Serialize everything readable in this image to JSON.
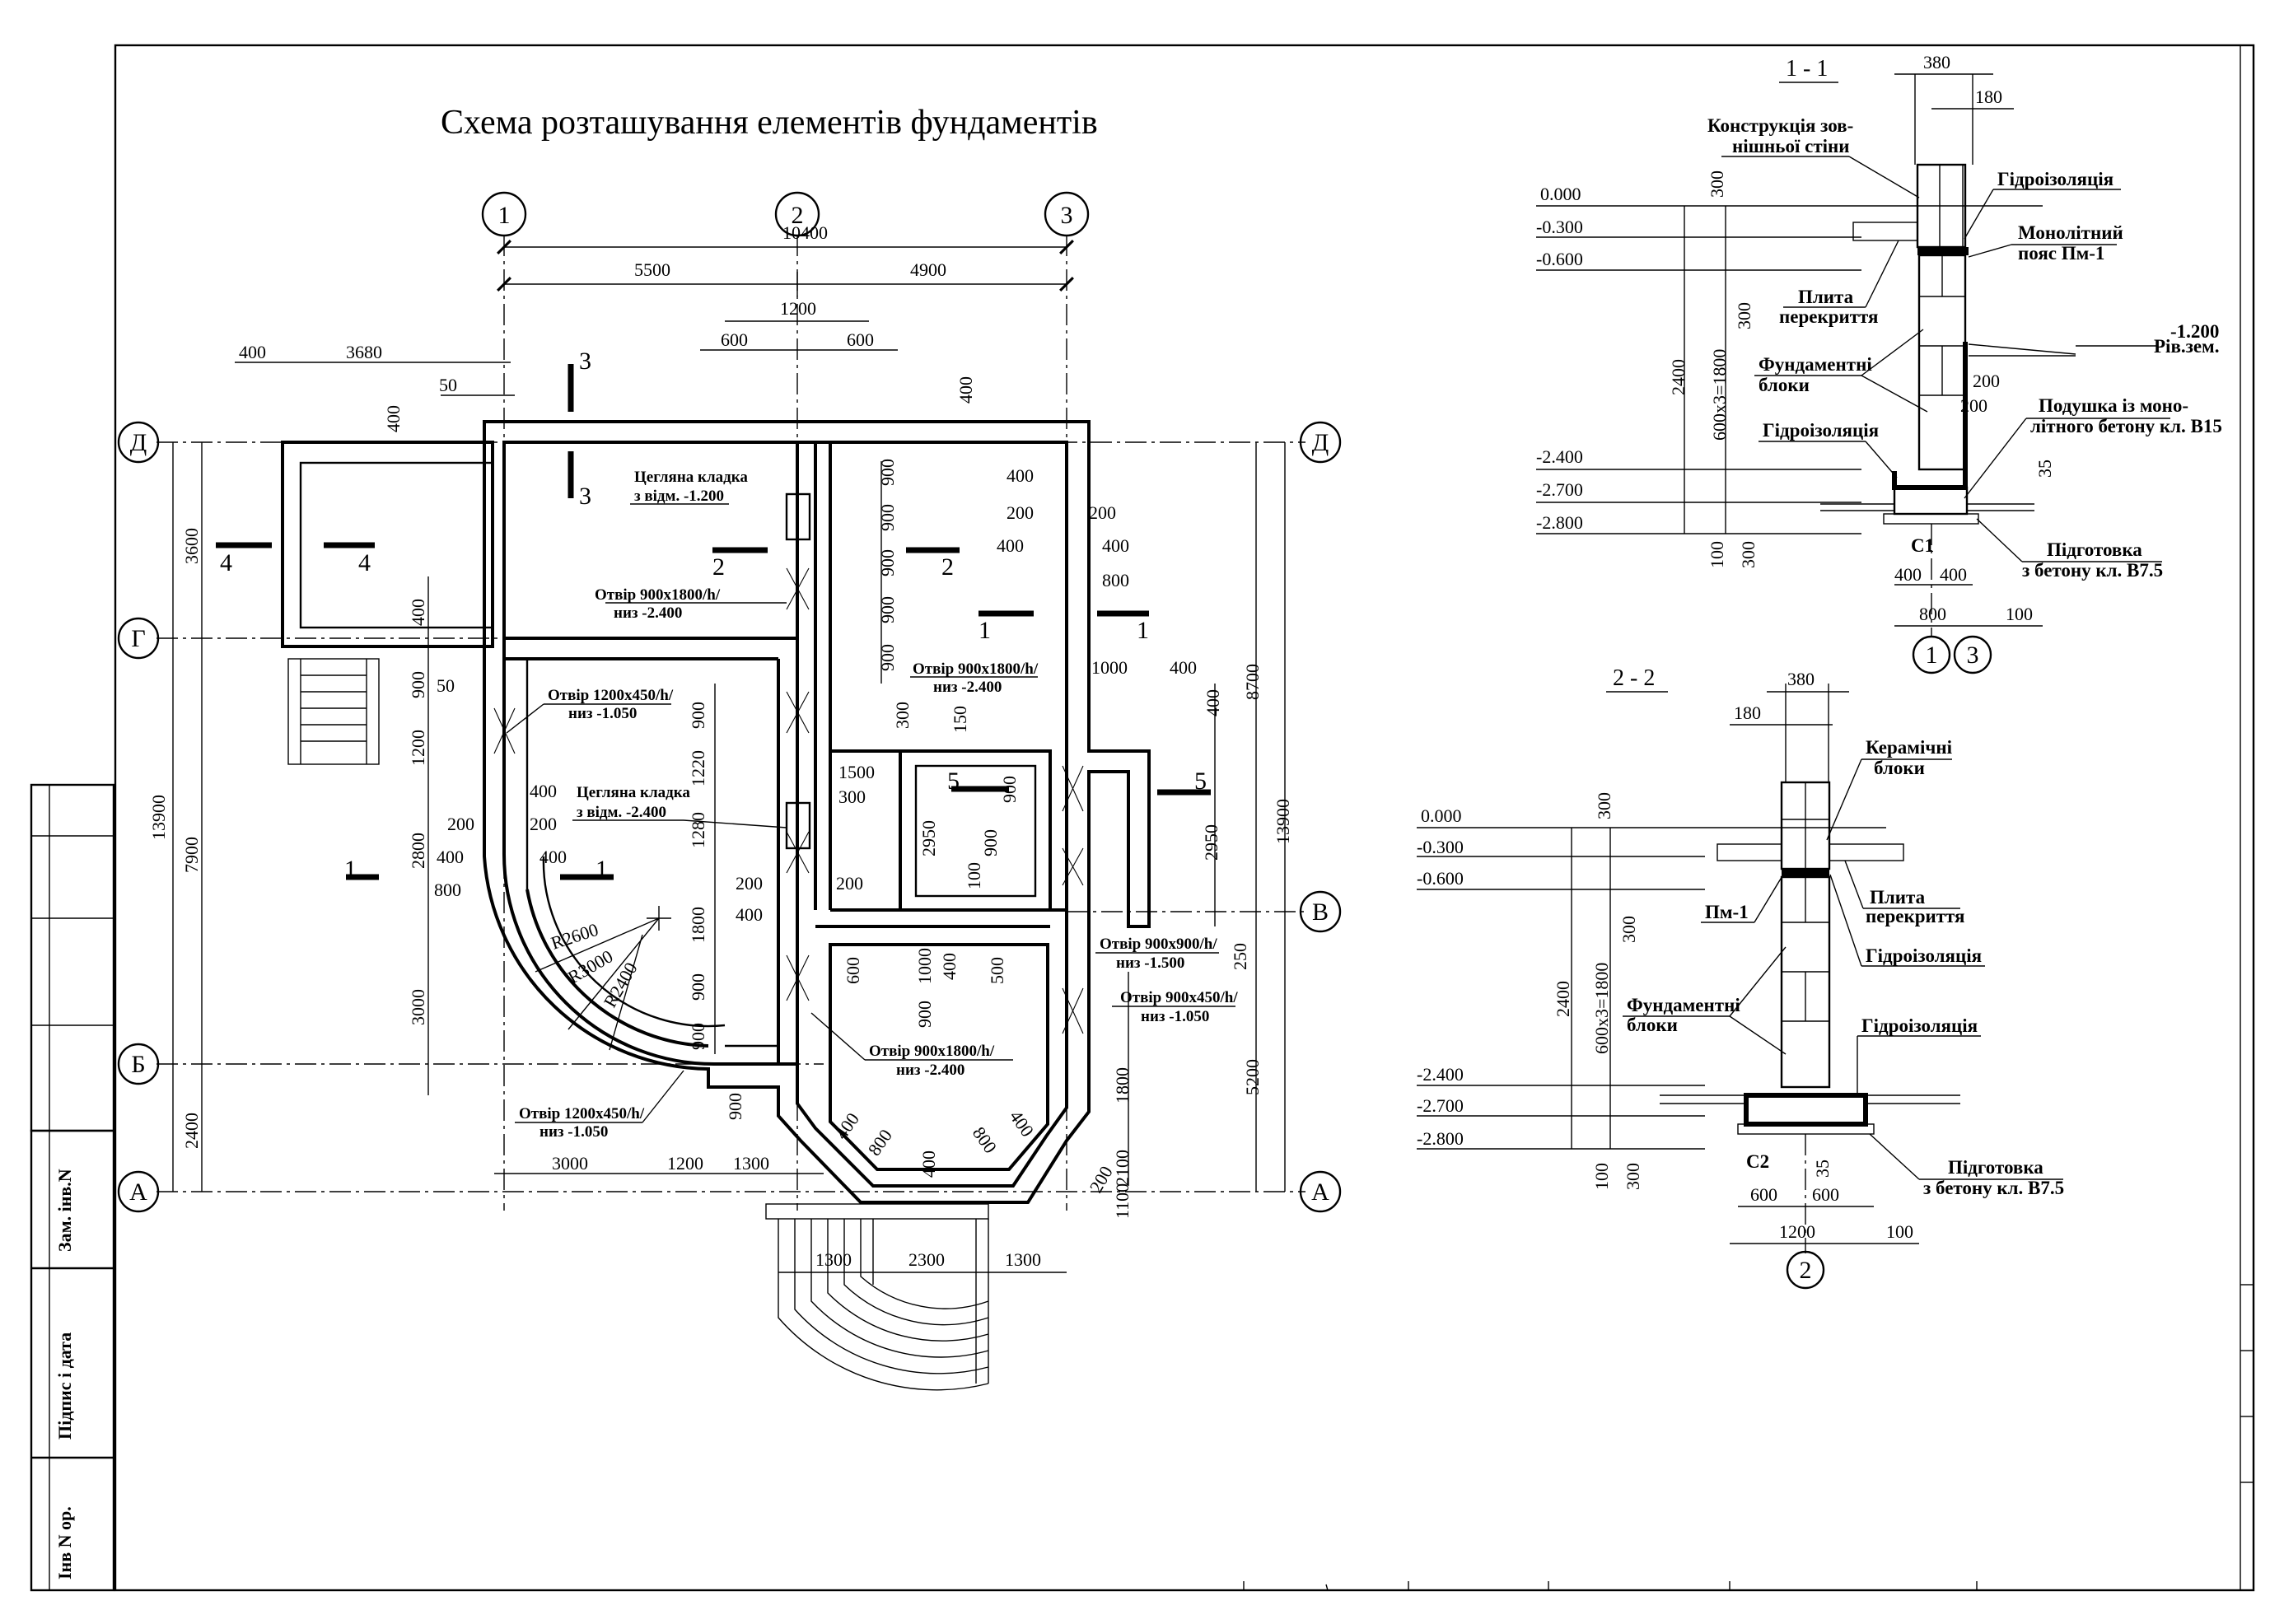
{
  "title": "Схема розташування елементів фундаментів",
  "stamp": {
    "zam_inv": "Зам. інв.N",
    "pidpys": "Підпис і дата",
    "inv_or": "Інв N ор."
  },
  "plan": {
    "axes": {
      "a1": "1",
      "a2": "2",
      "a3": "3",
      "d_left": "Д",
      "d_right": "Д",
      "g_left": "Г",
      "v_right": "В",
      "b_left": "Б",
      "a_left": "А",
      "a_right": "А"
    },
    "dims_top": {
      "d10400": "10400",
      "d5500": "5500",
      "d4900": "4900",
      "d1200": "1200",
      "d600a": "600",
      "d600b": "600",
      "d400a": "400",
      "d3680": "3680",
      "d50a": "50",
      "d400b": "400",
      "d400c": "400"
    },
    "dims_left": {
      "d13900": "13900",
      "d3600": "3600",
      "d7900": "7900",
      "d2400": "2400",
      "d400d": "400",
      "d900a": "900",
      "d50b": "50",
      "d1200b": "1200",
      "d2800": "2800",
      "d3000": "3000",
      "d200a": "200",
      "d400e": "400",
      "d800a": "800",
      "d400f": "400",
      "d200b": "200",
      "d400g": "400"
    },
    "dims_right": {
      "d8700": "8700",
      "d13900b": "13900",
      "d5200": "5200",
      "d2950a": "2950",
      "d250": "250",
      "d1000": "1000",
      "d400h": "400",
      "d400i": "400",
      "d1800a": "1800",
      "d2100": "2100",
      "d1100": "1100",
      "d200c": "200"
    },
    "dims_inner": {
      "i900a": "900",
      "i900b": "900",
      "i900c": "900",
      "i900d": "900",
      "i900e": "900",
      "i400a": "400",
      "i200a": "200",
      "i200b": "200",
      "i400b": "400",
      "i400c": "400",
      "i800a": "800",
      "i300a": "300",
      "i150": "150",
      "i1500": "1500",
      "i300b": "300",
      "i900f": "900",
      "i2950b": "2950",
      "i900g": "900",
      "i100": "100",
      "i200c": "200",
      "i200d": "200",
      "i400d": "400",
      "i900h": "900",
      "i1220": "1220",
      "i1280": "1280",
      "i1800b": "1800",
      "i900i": "900",
      "i900j": "900",
      "i600": "600",
      "i1000b": "1000",
      "i400e": "400",
      "i500": "500",
      "i900k": "900",
      "i900l": "900",
      "i400f": "400",
      "i800b": "800",
      "i400g": "400",
      "i800c": "800",
      "i400h": "400"
    },
    "dims_bottom": {
      "b3000": "3000",
      "b1200": "1200",
      "b1300a": "1300",
      "b1300b": "1300",
      "b2300": "2300",
      "b1300c": "1300"
    },
    "radii": {
      "r2600": "R2600",
      "r3000": "R3000",
      "r2400": "R2400"
    },
    "notes": {
      "n1": "Цегляна кладка",
      "n1b": "з відм. -1.200",
      "n2": "Отвір 900х1800/h/",
      "n2b": "низ -2.400",
      "n3": "Отвір 900х1800/h/",
      "n3b": "низ -2.400",
      "n4": "Отвір 1200х450/h/",
      "n4b": "низ -1.050",
      "n5": "Цегляна кладка",
      "n5b": "з відм. -2.400",
      "n6": "Отвір 900х900/h/",
      "n6b": "низ -1.500",
      "n7": "Отвір 900х450/h/",
      "n7b": "низ -1.050",
      "n8": "Отвір 900х1800/h/",
      "n8b": "низ -2.400",
      "n9": "Отвір 1200х450/h/",
      "n9b": "низ -1.050"
    },
    "cuts": {
      "c3a": "3",
      "c3b": "3",
      "c4a": "4",
      "c4b": "4",
      "c2a": "2",
      "c2b": "2",
      "c1a": "1",
      "c1b": "1",
      "c1c": "1",
      "c1d": "1",
      "c5a": "5",
      "c5b": "5"
    }
  },
  "section_1_1": {
    "title": "1 - 1",
    "d380": "380",
    "d180": "180",
    "d300a": "300",
    "d300b": "300",
    "d2400": "2400",
    "d600x3": "600х3=1800",
    "d200a": "200",
    "d200b": "200",
    "d35": "35",
    "d100": "100",
    "d300c": "300",
    "d400a": "400",
    "d400b": "400",
    "d800": "800",
    "d100b": "100",
    "levels": [
      "0.000",
      "-0.300",
      "-0.600",
      "-2.400",
      "-2.700",
      "-2.800"
    ],
    "level_ground": "-1.200",
    "ground_label": "Рів.зем.",
    "wall_label_1": "Конструкція зов-",
    "wall_label_2": "нішньої стіни",
    "hydro_1": "Гідроізоляція",
    "belt_1": "Монолітний",
    "belt_2": "пояс Пм-1",
    "slab_1": "Плита",
    "slab_2": "перекриття",
    "blocks_1": "Фундаментні",
    "blocks_2": "блоки",
    "hydro_2": "Гідроізоляція",
    "cushion_1": "Подушка із моно-",
    "cushion_2": "літного бетону кл. В15",
    "prep_1": "Підготовка",
    "prep_2": "з бетону кл. В7.5",
    "mark": "С1",
    "axis_a": "1",
    "axis_b": "3"
  },
  "section_2_2": {
    "title": "2 - 2",
    "d380": "380",
    "d180": "180",
    "d300a": "300",
    "d300b": "300",
    "d2400": "2400",
    "d600x3": "600х3=1800",
    "d100": "100",
    "d300c": "300",
    "d35": "35",
    "d600a": "600",
    "d600b": "600",
    "d1200": "1200",
    "d100b": "100",
    "levels": [
      "0.000",
      "-0.300",
      "-0.600",
      "-2.400",
      "-2.700",
      "-2.800"
    ],
    "ceramic_1": "Керамічні",
    "ceramic_2": "блоки",
    "slab_1": "Плита",
    "slab_2": "перекриття",
    "belt": "Пм-1",
    "hydro_1": "Гідроізоляція",
    "blocks_1": "Фундаментні",
    "blocks_2": "блоки",
    "hydro_2": "Гідроізоляція",
    "prep_1": "Підготовка",
    "prep_2": "з бетону кл. В7.5",
    "mark": "С2",
    "axis": "2"
  }
}
